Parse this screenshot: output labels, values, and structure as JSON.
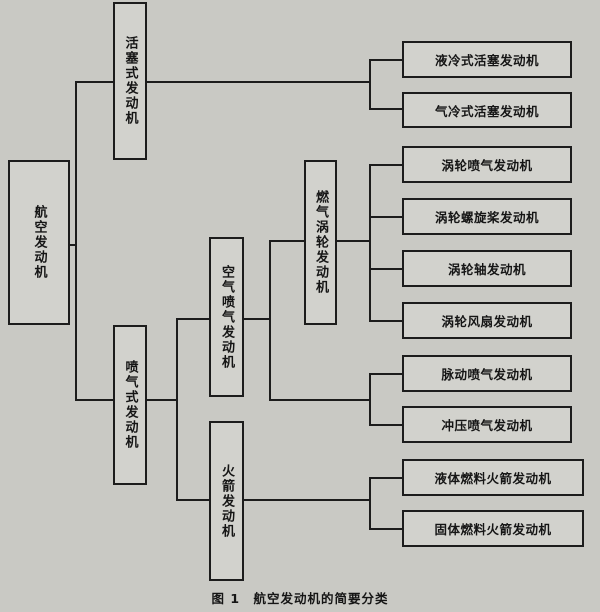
{
  "nodes": {
    "root": "航空发动机",
    "piston": "活塞式发动机",
    "jet": "喷气式发动机",
    "airbreathing": "空气喷气发动机",
    "rocket": "火箭发动机",
    "gas_turbine": "燃气涡轮发动机"
  },
  "leaves": [
    "液冷式活塞发动机",
    "气冷式活塞发动机",
    "涡轮喷气发动机",
    "涡轮螺旋桨发动机",
    "涡轮轴发动机",
    "涡轮风扇发动机",
    "脉动喷气发动机",
    "冲压喷气发动机",
    "液体燃料火箭发动机",
    "固体燃料火箭发动机"
  ],
  "caption": "图 1　航空发动机的简要分类",
  "colors": {
    "background": "#c9c9c4",
    "box_fill": "#d2d2cd",
    "line": "#1c1c1c"
  }
}
